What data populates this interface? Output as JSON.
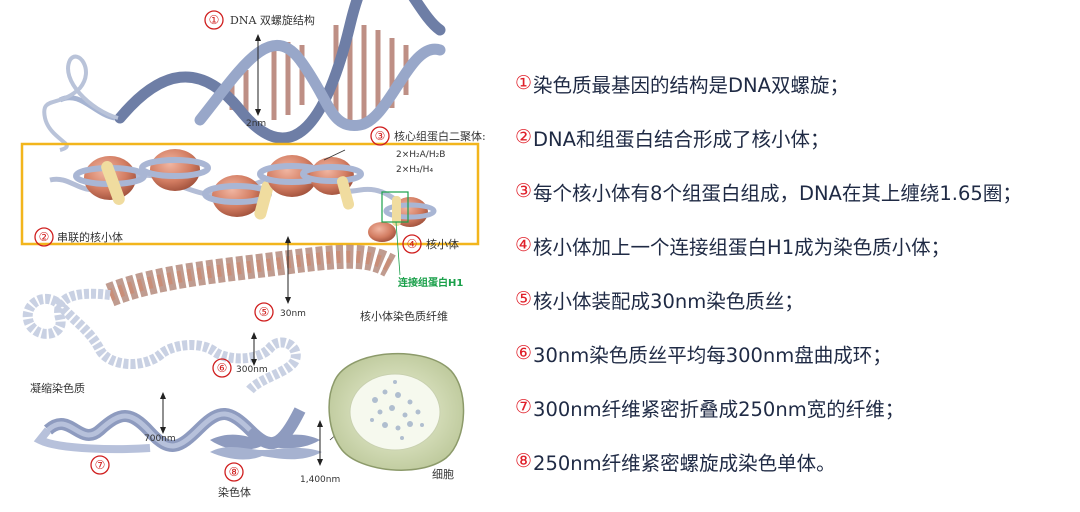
{
  "figure": {
    "labels": {
      "m1": "①",
      "m2": "②",
      "m3": "③",
      "m4": "④",
      "m5": "⑤",
      "m6": "⑥",
      "m7": "⑦",
      "m8": "⑧",
      "dna_title": "DNA 双螺旋结构",
      "dna_width": "2nm",
      "core_octamer": "核心组蛋白二聚体:",
      "h2a_h2b": "2×H₂A/H₂B",
      "h3_h4": "2×H₃/H₄",
      "beads": "串联的核小体",
      "nucleosome": "核小体",
      "linker_h1": "连接组蛋白H1",
      "fiber_30": "30nm",
      "chromatin_fiber": "核小体染色质纤维",
      "loop_300": "300nm",
      "condensed": "凝缩染色质",
      "fiber_700": "700nm",
      "chromosome": "染色体",
      "chromosome_width": "1,400nm",
      "cell": "细胞"
    }
  },
  "statements": [
    {
      "marker": "①",
      "text": "染色质最基因的结构是DNA双螺旋；"
    },
    {
      "marker": "②",
      "text": "DNA和组蛋白结合形成了核小体；"
    },
    {
      "marker": "③",
      "text": "每个核小体有8个组蛋白组成，DNA在其上缠绕1.65圈；"
    },
    {
      "marker": "④",
      "text": "核小体加上一个连接组蛋白H1成为染色质小体；"
    },
    {
      "marker": "⑤",
      "text": "核小体装配成30nm染色质丝；"
    },
    {
      "marker": "⑥",
      "text": "30nm染色质丝平均每300nm盘曲成环；"
    },
    {
      "marker": "⑦",
      "text": "300nm纤维紧密折叠成250nm宽的纤维；"
    },
    {
      "marker": "⑧",
      "text": "250nm纤维紧密螺旋成染色单体。"
    }
  ],
  "colors": {
    "marker": "#e0202a",
    "highlight_box": "#f2b51c",
    "linker": "#1aa04a"
  }
}
